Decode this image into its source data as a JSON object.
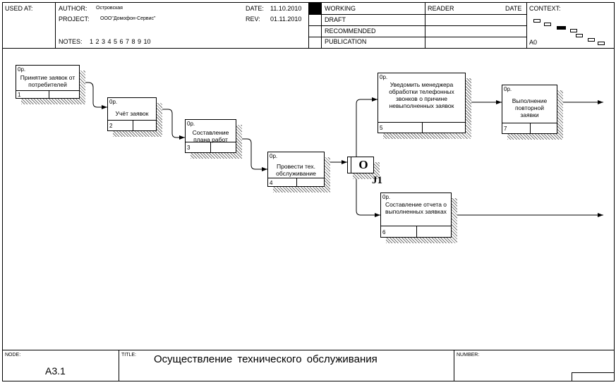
{
  "header": {
    "used_at": "USED AT:",
    "author_label": "AUTHOR:",
    "author": "Островская",
    "project_label": "PROJECT:",
    "project": "ООО\"Домофон-Сервис\"",
    "notes_label": "NOTES:",
    "notes": "1  2  3  4  5  6  7  8  9  10",
    "date_label": "DATE:",
    "date": "11.10.2010",
    "rev_label": "REV:",
    "rev": "01.11.2010",
    "status": [
      "WORKING",
      "DRAFT",
      "RECOMMENDED",
      "PUBLICATION"
    ],
    "reader": "READER",
    "reader_date": "DATE",
    "context": "CONTEXT:",
    "context_node": "A0"
  },
  "diagram": {
    "boxes": [
      {
        "label": "0р.",
        "text": "Принятие заявок от потребителей",
        "number": "1"
      },
      {
        "label": "0р.",
        "text": "Учёт заявок",
        "number": "2"
      },
      {
        "label": "0р.",
        "text": "Составление плана работ",
        "number": "3"
      },
      {
        "label": "0р.",
        "text": "Провести тех. обслуживание",
        "number": "4"
      },
      {
        "label": "0р.",
        "text": "Уведомить менеджера обработки телефонных звонков о причине невыполненных заявок",
        "number": "5"
      },
      {
        "label": "0р.",
        "text": "Выполнение повторной заявки",
        "number": "7"
      },
      {
        "label": "0р.",
        "text": "Составление отчета о выполненных заявках",
        "number": "6"
      }
    ],
    "junction": {
      "type": "O",
      "name": "J1"
    }
  },
  "footer": {
    "node_label": "NODE:",
    "node": "A3.1",
    "title_label": "TITLE:",
    "title": "Осуществление технического обслуживания",
    "number_label": "NUMBER:"
  }
}
